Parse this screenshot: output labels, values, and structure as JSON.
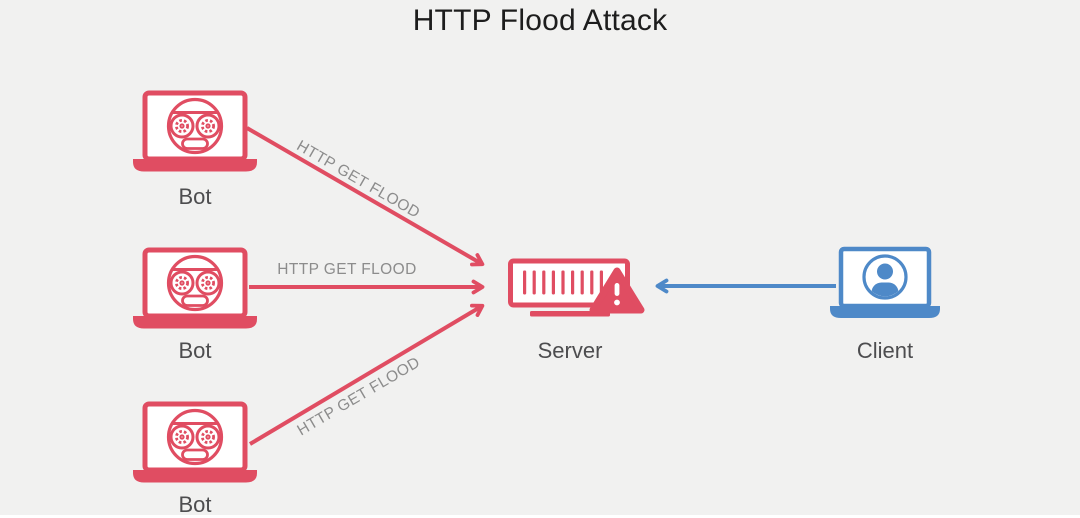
{
  "title": "HTTP Flood Attack",
  "background": "#f1f1f0",
  "colors": {
    "attack_red": "#e04d62",
    "client_blue": "#4e89c8",
    "title_text": "#1d1d1d",
    "node_label_text": "#4d4d4f",
    "edge_label_text": "#8c8c8c"
  },
  "nodes": {
    "bot1": {
      "label": "Bot",
      "icon": "bot-laptop-icon"
    },
    "bot2": {
      "label": "Bot",
      "icon": "bot-laptop-icon"
    },
    "bot3": {
      "label": "Bot",
      "icon": "bot-laptop-icon"
    },
    "server": {
      "label": "Server",
      "icon": "server-warning-icon"
    },
    "client": {
      "label": "Client",
      "icon": "client-laptop-icon"
    }
  },
  "edges": [
    {
      "from": "bot1",
      "to": "server",
      "label": "HTTP GET FLOOD"
    },
    {
      "from": "bot2",
      "to": "server",
      "label": "HTTP GET FLOOD"
    },
    {
      "from": "bot3",
      "to": "server",
      "label": "HTTP GET FLOOD"
    },
    {
      "from": "client",
      "to": "server",
      "label": ""
    }
  ]
}
